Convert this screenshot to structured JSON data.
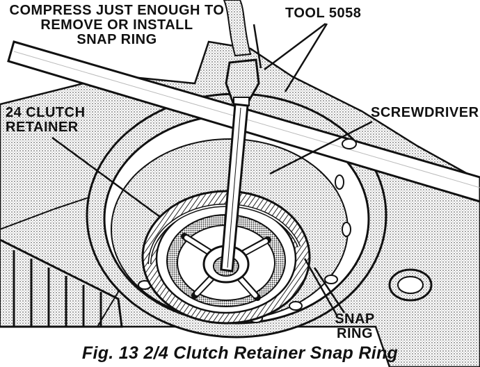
{
  "labels": {
    "compress_line1": "COMPRESS JUST ENOUGH TO",
    "compress_line2": "REMOVE OR INSTALL",
    "compress_line3": "SNAP RING",
    "tool": "TOOL 5058",
    "retainer_line1": "24 CLUTCH",
    "retainer_line2": "RETAINER",
    "screwdriver": "SCREWDRIVER",
    "snap_line1": "SNAP",
    "snap_line2": "RING"
  },
  "caption": "Fig. 13 2/4 Clutch Retainer Snap Ring",
  "colors": {
    "ink": "#111111",
    "stipple": "#9a9a9a",
    "paper": "#ffffff"
  }
}
